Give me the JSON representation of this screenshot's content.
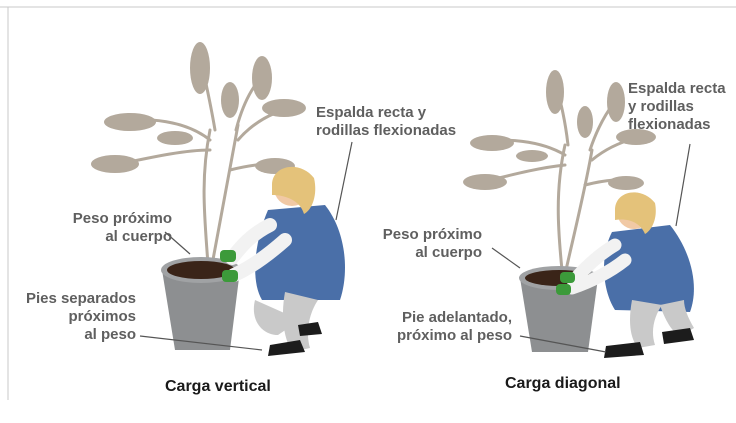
{
  "panels": [
    {
      "caption": "Carga vertical",
      "labels": {
        "back": [
          "Espalda recta y",
          "rodillas flexionadas"
        ],
        "weight": [
          "Peso próximo",
          "al cuerpo"
        ],
        "feet": [
          "Pies separados",
          "próximos",
          "al peso"
        ]
      }
    },
    {
      "caption": "Carga diagonal",
      "labels": {
        "back": [
          "Espalda recta",
          "y rodillas",
          "flexionadas"
        ],
        "weight": [
          "Peso próximo",
          "al cuerpo"
        ],
        "feet": [
          "Pie adelantado,",
          "próximo al peso"
        ]
      }
    }
  ],
  "colors": {
    "label_text": "#5f5f5f",
    "caption_text": "#1a1a1a",
    "leader_line": "#555555",
    "plant": "#b3a99c",
    "pot": "#8d8f91",
    "soil": "#3a2418",
    "vest": "#4a6fa8",
    "shirt": "#f2f2f2",
    "pants": "#c9c9c9",
    "hair": "#e4c27a",
    "skin": "#f1c9a5",
    "gloves": "#3c9a3a",
    "shoes": "#1c1c1c",
    "frame": "#c8c8c8"
  }
}
